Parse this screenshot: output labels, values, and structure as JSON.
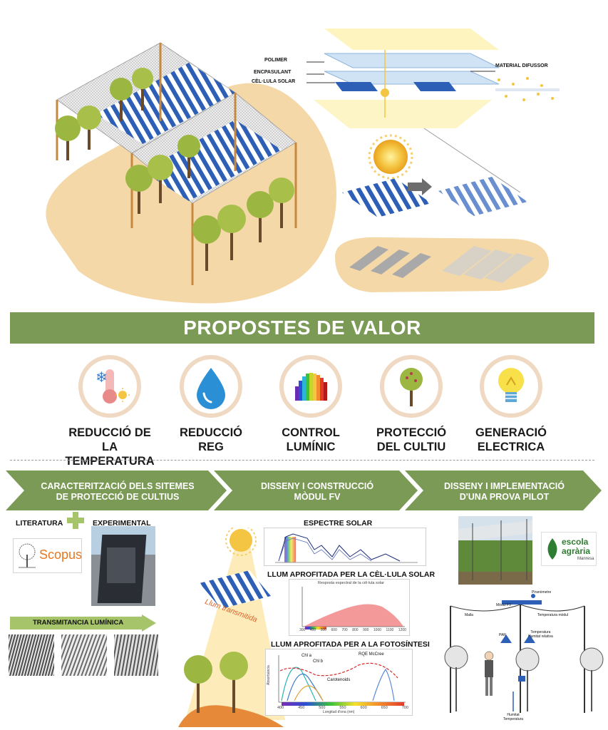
{
  "diagram": {
    "layers": {
      "polimer": "POLIMER",
      "encapsulant": "ENCPASULANT",
      "cell": "CÈL·LULA SOLAR",
      "diffuser": "MATERIAL DIFUSSOR"
    },
    "banner": "PROPOSTES DE VALOR",
    "value_props": [
      {
        "line1": "REDUCCIÓ DE",
        "line2": "LA TEMPERATURA",
        "icon": "thermometer-snow-sun-icon"
      },
      {
        "line1": "REDUCCIÓ",
        "line2": "REG",
        "icon": "water-drop-icon"
      },
      {
        "line1": "CONTROL",
        "line2": "LUMÍNIC",
        "icon": "light-spectrum-icon"
      },
      {
        "line1": "PROTECCIÓ",
        "line2": "DEL CULTIU",
        "icon": "tree-icon"
      },
      {
        "line1": "GENERACIÓ",
        "line2": "ELECTRICA",
        "icon": "light-bulb-icon"
      }
    ],
    "steps": [
      {
        "line1": "CARACTERITZACIÓ DELS SITEMES",
        "line2": "DE PROTECCIÓ DE CULTIUS"
      },
      {
        "line1": "DISSENY I CONSTRUCCIÓ",
        "line2": "MÒDUL FV"
      },
      {
        "line1": "DISSENY I IMPLEMENTACIÓ",
        "line2": "D'UNA PROVA PILOT"
      }
    ],
    "step1": {
      "literatura": "LITERATURA",
      "experimental": "EXPERIMENTAL",
      "scopus": "Scopus",
      "transmitancia": "TRANSMITANCIA LUMÍNICA"
    },
    "step2": {
      "spectrum_title": "ESPECTRE SOLAR",
      "cell_title": "LLUM APROFITADA PER LA CÈL·LULA SOLAR",
      "photo_title": "LLUM APROFITADA PER A LA FOTOSÍNTESI",
      "cell_chart_label": "Resposta espectral de la cèl·lula solar",
      "cell_ticks": [
        "300",
        "400",
        "500",
        "600",
        "700",
        "800",
        "900",
        "1000",
        "1100",
        "1200"
      ],
      "photo_labels": [
        "Chl a",
        "Chl b",
        "Carotenoids",
        "RQE McCree"
      ],
      "photo_ticks": [
        "400",
        "450",
        "500",
        "550",
        "600",
        "650",
        "700"
      ],
      "photo_xlabel": "Longitud d'ona (nm)",
      "photo_ylabel": "Absorbància",
      "llum": "Llum transmitida"
    },
    "step3": {
      "logo_top": "escola",
      "logo_bottom": "agrària",
      "logo_sub": "Manresa",
      "labels": {
        "piranometre": "Piranòmetre",
        "modul": "Mòdul FV",
        "malla": "Malla",
        "temp_modul": "Temperatura mòdul",
        "par": "PAR",
        "temp_hr": "Temperatura\nHumitat relativa",
        "humitat": "Humitat\nTemperatura"
      }
    },
    "colors": {
      "green": "#7a9a55",
      "sand": "#f5d8a8",
      "panel": "#2c5fb5"
    }
  }
}
